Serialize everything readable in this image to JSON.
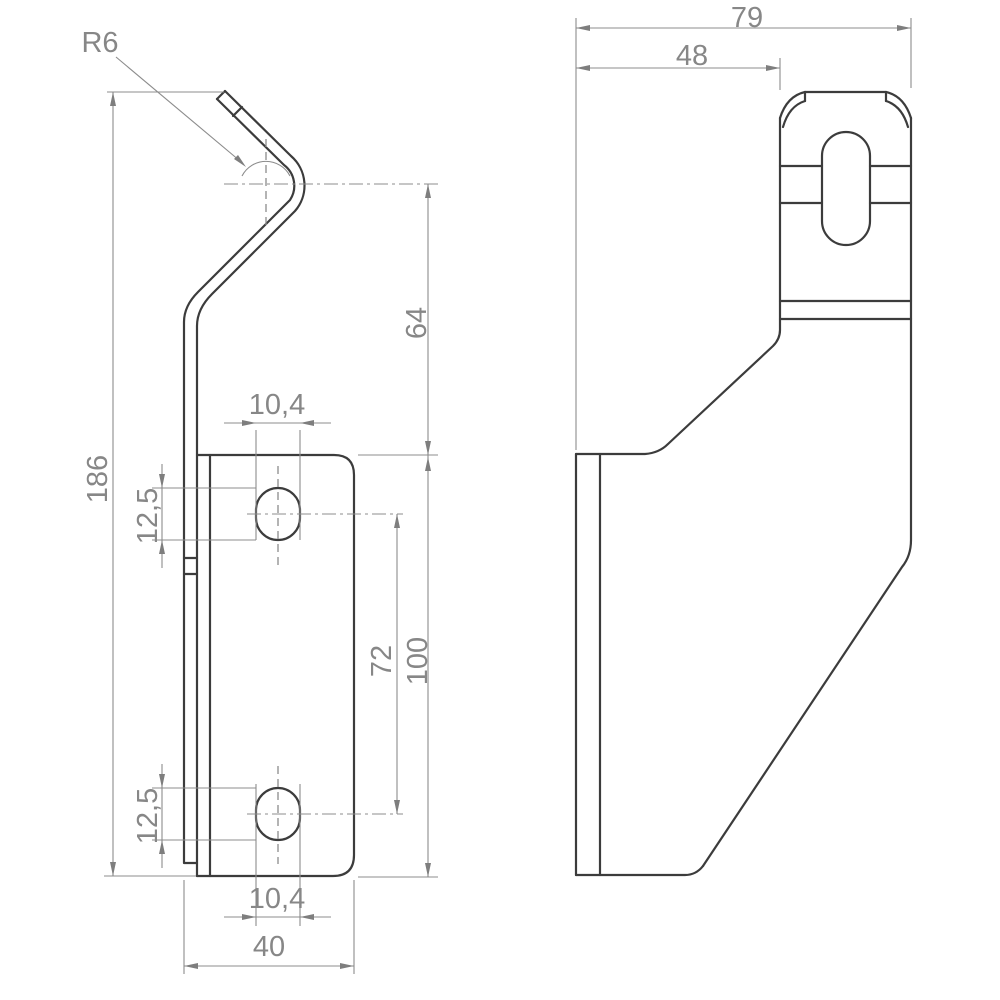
{
  "drawing": {
    "labels": {
      "bend_radius": "R6",
      "total_height": "186",
      "hook_to_plate": "64",
      "plate_height": "100",
      "hole_spacing": "72",
      "hole_width_top": "10,4",
      "hole_width_bottom": "10,4",
      "hole_height_top": "12,5",
      "hole_height_bottom": "12,5",
      "plate_depth": "40",
      "total_width": "79",
      "hook_offset": "48"
    },
    "colors": {
      "outline": "#3c3c3c",
      "dimension_lines": "#8c8c8c",
      "dimension_text": "#878787",
      "background": "#ffffff"
    }
  }
}
